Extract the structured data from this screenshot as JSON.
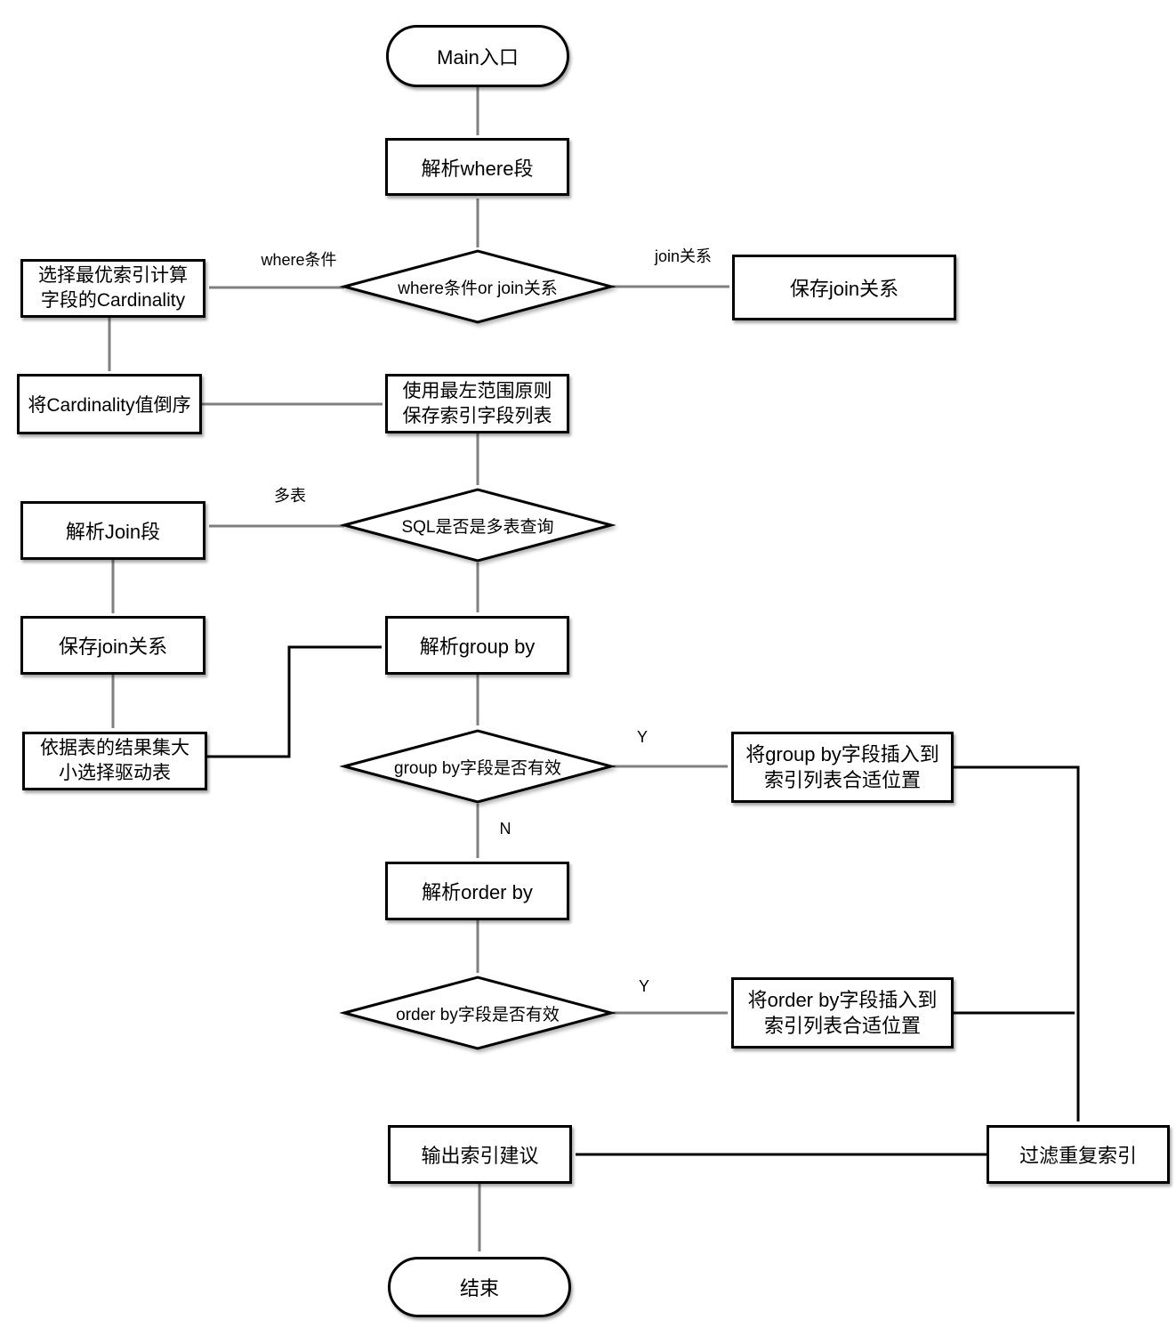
{
  "colors": {
    "background": "#ffffff",
    "node_fill": "#ffffff",
    "node_border": "#000000",
    "arrow_gray": "#7f7f7f",
    "arrow_black": "#000000"
  },
  "nodes": {
    "start": {
      "label": "Main入口",
      "type": "terminator"
    },
    "parse_where": {
      "label": "解析where段",
      "type": "process"
    },
    "where_or_join": {
      "label": "where条件or join关系",
      "type": "decision"
    },
    "save_join_top": {
      "label": "保存join关系",
      "type": "process"
    },
    "calc_cardinality": {
      "label": "选择最优索引计算字段的Cardinality",
      "type": "process"
    },
    "sort_cardinality": {
      "label": "将Cardinality值倒序",
      "type": "process"
    },
    "save_index_fields": {
      "label": "使用最左范围原则保存索引字段列表",
      "type": "process"
    },
    "is_multi_table": {
      "label": "SQL是否是多表查询",
      "type": "decision"
    },
    "parse_join": {
      "label": "解析Join段",
      "type": "process"
    },
    "save_join_left": {
      "label": "保存join关系",
      "type": "process"
    },
    "choose_driver_table": {
      "label": "依据表的结果集大小选择驱动表",
      "type": "process"
    },
    "parse_group_by": {
      "label": "解析group by",
      "type": "process"
    },
    "group_by_valid": {
      "label": "group by字段是否有效",
      "type": "decision"
    },
    "insert_group_by": {
      "label": "将group by字段插入到索引列表合适位置",
      "type": "process"
    },
    "parse_order_by": {
      "label": "解析order by",
      "type": "process"
    },
    "order_by_valid": {
      "label": "order by字段是否有效",
      "type": "decision"
    },
    "insert_order_by": {
      "label": "将order by字段插入到索引列表合适位置",
      "type": "process"
    },
    "filter_duplicate_index": {
      "label": "过滤重复索引",
      "type": "process"
    },
    "output_index_advice": {
      "label": "输出索引建议",
      "type": "process"
    },
    "end": {
      "label": "结束",
      "type": "terminator"
    }
  },
  "edge_labels": {
    "where_condition": "where条件",
    "join_relation": "join关系",
    "multi_table": "多表",
    "group_by_yes": "Y",
    "group_by_no": "N",
    "order_by_yes": "Y"
  }
}
